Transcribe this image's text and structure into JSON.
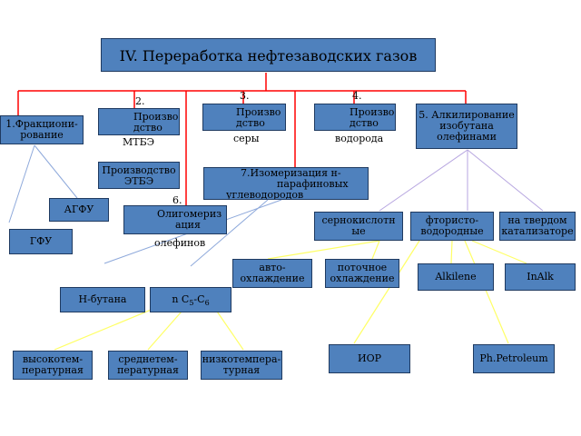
{
  "title": "IV. Переработка нефтезаводских газов",
  "nodes": {
    "n1": {
      "lines": [
        "1.Фракциони-",
        "рование"
      ]
    },
    "n2": {
      "num": "2.",
      "lines": [
        "Произво",
        "дство"
      ],
      "tail": "МТБЭ"
    },
    "n3": {
      "num": "3.",
      "lines": [
        "Произво",
        "дство"
      ],
      "tail": "серы"
    },
    "n4": {
      "num": "4.",
      "lines": [
        "Произво",
        "дство"
      ],
      "tail": "водорода"
    },
    "n5": {
      "lines": [
        "5. Алкилирование",
        "изобутана",
        "олефинами"
      ]
    },
    "n6": {
      "num": "6.",
      "lines": [
        "Олигомериз",
        "ация"
      ],
      "tail": "олефинов"
    },
    "n7": {
      "lines": [
        "7.Изомеризация н-",
        "парафиновых",
        "углеводородов"
      ]
    },
    "etbe": {
      "lines": [
        "Производство",
        "ЭТБЭ"
      ]
    },
    "agfu": {
      "text": "АГФУ"
    },
    "gfu": {
      "text": "ГФУ"
    },
    "sulfuric": {
      "lines": [
        "сернокислотн",
        "ые"
      ]
    },
    "hf": {
      "lines": [
        "фтористо-",
        "водородные"
      ]
    },
    "solid": {
      "lines": [
        "на твердом",
        "катализаторе"
      ]
    },
    "auto_cool": {
      "lines": [
        "авто-",
        "охлаждение"
      ]
    },
    "flow_cool": {
      "lines": [
        "поточное",
        "охлаждение"
      ]
    },
    "alkilene": {
      "text": "Alkilene"
    },
    "inalk": {
      "text": "InAlk"
    },
    "nbutane": {
      "text": "Н-бутана"
    },
    "nc5c6": {
      "text": "n C",
      "sub1": "5",
      "mid": "-C",
      "sub2": "6"
    },
    "high_t": {
      "lines": [
        "высокотем-",
        "пературная"
      ]
    },
    "mid_t": {
      "lines": [
        "среднетем-",
        "пературная"
      ]
    },
    "low_t": {
      "lines": [
        "низкотемпера-",
        "турная"
      ]
    },
    "uop": {
      "text": "ИОР"
    },
    "petroleum": {
      "text": "Ph.Petroleum"
    }
  },
  "colors": {
    "box_fill": "#4f81bd",
    "box_border": "#1f3a60",
    "red_line": "#ff0000",
    "blue_line": "#8ea9db",
    "violet_line": "#b7a6e0",
    "yellow_line": "#ffff66"
  }
}
